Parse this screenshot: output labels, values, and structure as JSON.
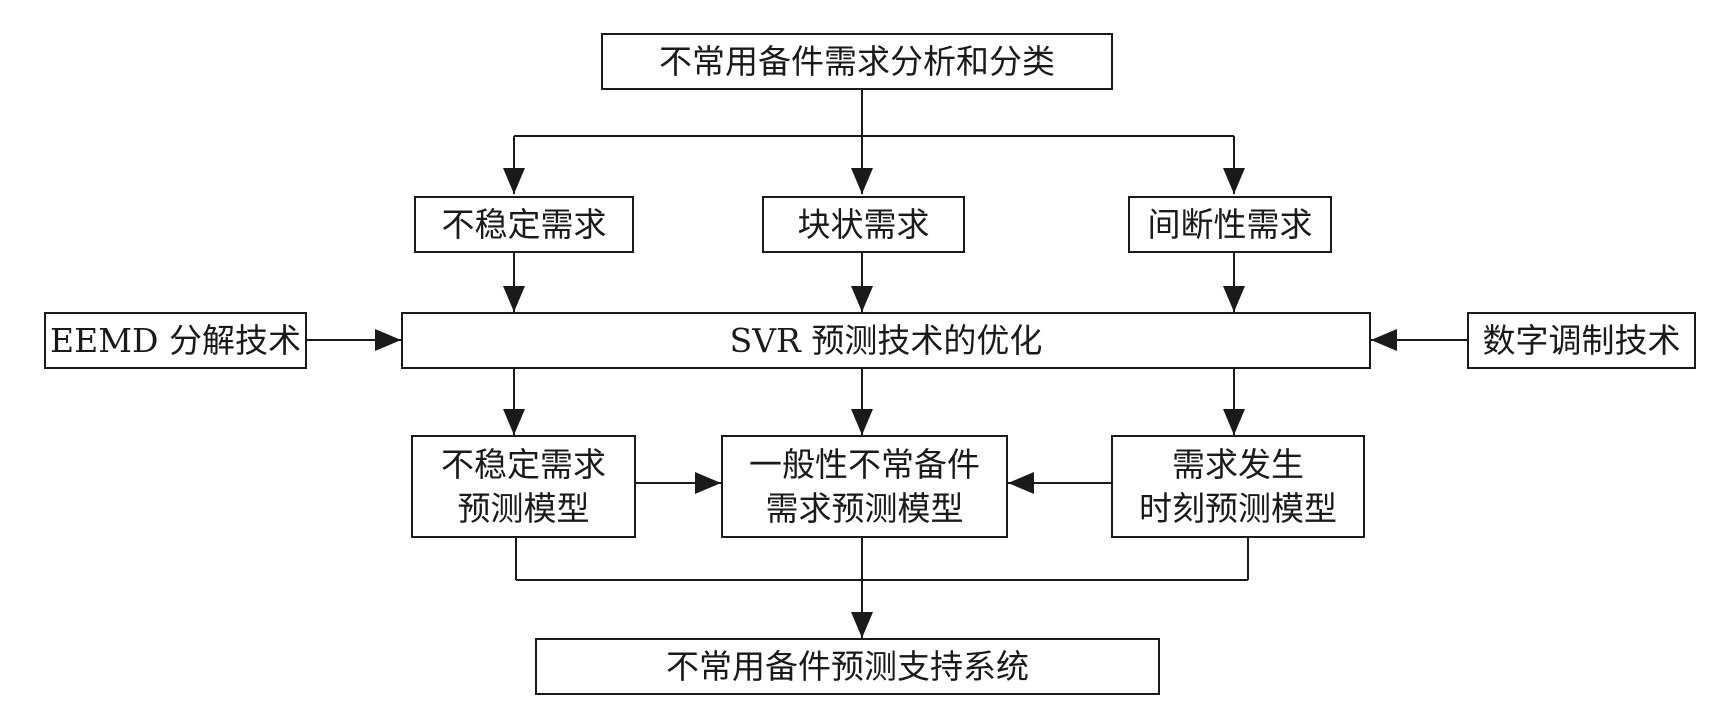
{
  "nodes": {
    "top": {
      "text": "不常用备件需求分析和分类"
    },
    "unstable_demand": {
      "text": "不稳定需求"
    },
    "lumpy_demand": {
      "text": "块状需求"
    },
    "intermittent_demand": {
      "text": "间断性需求"
    },
    "eemd": {
      "text": "EEMD 分解技术"
    },
    "svr": {
      "text": "SVR 预测技术的优化"
    },
    "digital_modulation": {
      "text": "数字调制技术"
    },
    "unstable_model": {
      "lines": [
        "不稳定需求",
        "预测模型"
      ]
    },
    "general_model": {
      "lines": [
        "一般性不常备件",
        "需求预测模型"
      ]
    },
    "timing_model": {
      "lines": [
        "需求发生",
        "时刻预测模型"
      ]
    },
    "bottom": {
      "text": "不常用备件预测支持系统"
    }
  },
  "colors": {
    "stroke": "#1a1a1a",
    "background": "#ffffff"
  }
}
